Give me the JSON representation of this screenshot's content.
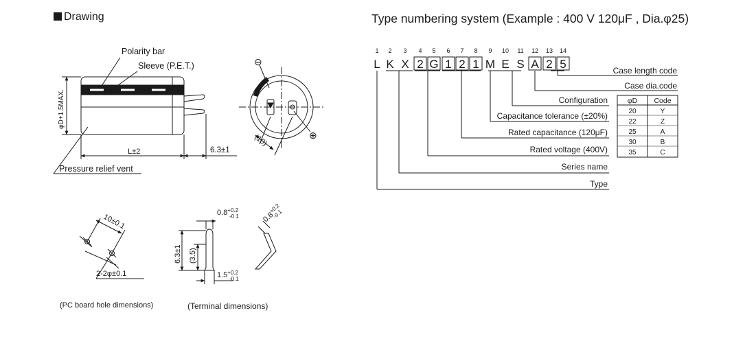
{
  "drawing": {
    "title": "Drawing",
    "labels": {
      "polarity_bar": "Polarity bar",
      "sleeve": "Sleeve (P.E.T.)",
      "diameter": "φD+1.5MAX.",
      "length": "L±2",
      "terminal_length": "6.3±1",
      "pressure_vent": "Pressure relief vent",
      "minus_sign": "⊖",
      "plus_sign": "⊕",
      "pitch_10": "(10)",
      "hole_pitch": "10±0.1",
      "hole_dia": "2-2φ±0.1",
      "pcb_caption": "(PC board hole dimensions)",
      "term_width": "0.8+0.2/-0.1",
      "term_height": "6.3±1",
      "term_inner": "(3.5)",
      "term_base": "1.5+0.2/-0.1",
      "term_side": "0.8+0.2/-0.1",
      "terminal_caption": "(Terminal dimensions)"
    }
  },
  "type_numbering": {
    "title": "Type numbering system   (Example : 400 V 120μF ,  Dia.φ25)",
    "positions": [
      "1",
      "2",
      "3",
      "4",
      "5",
      "6",
      "7",
      "8",
      "9",
      "10",
      "11",
      "12",
      "13",
      "14"
    ],
    "chars": [
      "L",
      "K",
      "X",
      "2",
      "G",
      "1",
      "2",
      "1",
      "M",
      "E",
      "S",
      "A",
      "2",
      "5"
    ],
    "labels": {
      "case_length": "Case length code",
      "case_dia": "Case dia.code",
      "configuration": "Configuration",
      "cap_tolerance": "Capacitance tolerance (±20%)",
      "rated_cap": "Rated capacitance (120μF)",
      "rated_voltage": "Rated voltage (400V)",
      "series": "Series name",
      "type": "Type"
    },
    "code_table": {
      "headers": [
        "φD",
        "Code"
      ],
      "rows": [
        [
          "20",
          "Y"
        ],
        [
          "22",
          "Z"
        ],
        [
          "25",
          "A"
        ],
        [
          "30",
          "B"
        ],
        [
          "35",
          "C"
        ]
      ]
    }
  }
}
